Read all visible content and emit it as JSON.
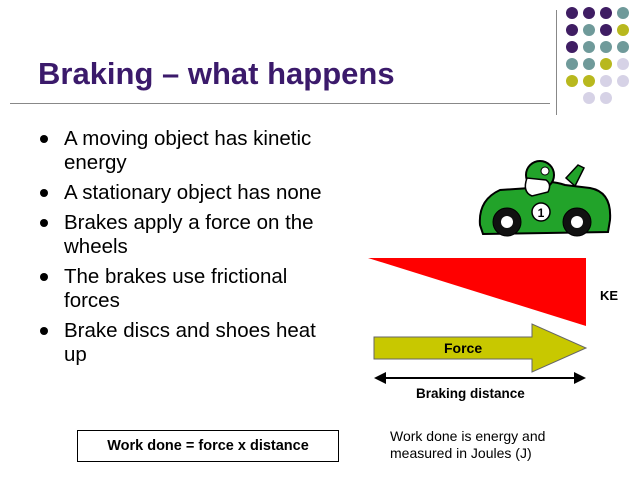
{
  "slide": {
    "title": "Braking – what happens",
    "bullets": [
      "A moving object has kinetic energy",
      "A stationary object has none",
      "Brakes apply a force on the wheels",
      "The brakes use frictional forces",
      "Brake discs and shoes heat up"
    ],
    "formula": "Work done = force x distance"
  },
  "diagram": {
    "ke_label": "KE",
    "force_label": "Force",
    "distance_label": "Braking distance",
    "note": "Work done is energy and measured in Joules (J)",
    "car_number": "1"
  },
  "colors": {
    "title": "#3b1a6b",
    "ke_triangle": "#ff0000",
    "force_arrow": "#c8c800",
    "car_body": "#22a32a",
    "dot_purple": "#3f1d63",
    "dot_teal": "#6f9a9a",
    "dot_olive": "#b8b81e",
    "dot_lavender": "#d6d2e6"
  }
}
